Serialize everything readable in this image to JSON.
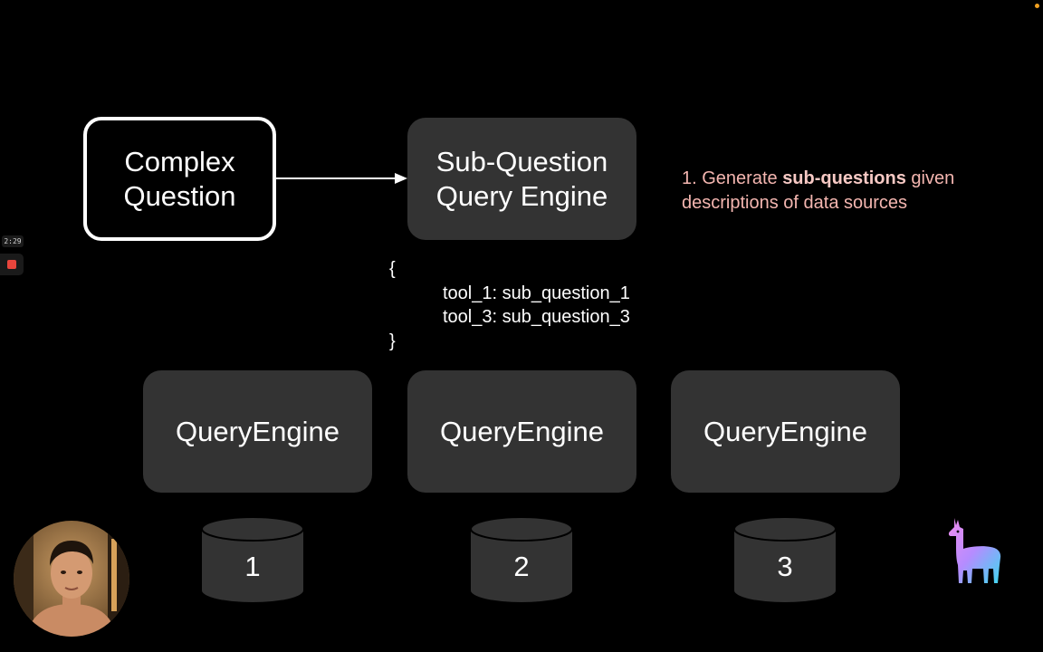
{
  "diagram": {
    "complex_question": {
      "line1": "Complex",
      "line2": "Question"
    },
    "sub_question_engine": {
      "line1": "Sub-Question",
      "line2": "Query Engine"
    },
    "annotation": {
      "prefix": "1. Generate ",
      "bold": "sub-questions",
      "suffix": " given descriptions of data sources"
    },
    "code": {
      "open": "{",
      "line1": "tool_1: sub_question_1",
      "line2": "tool_3: sub_question_3",
      "close": "}"
    },
    "query_engines": [
      {
        "label": "QueryEngine"
      },
      {
        "label": "QueryEngine"
      },
      {
        "label": "QueryEngine"
      }
    ],
    "data_sources": [
      {
        "label": "1"
      },
      {
        "label": "2"
      },
      {
        "label": "3"
      }
    ]
  },
  "overlay": {
    "recording_time": "2:29",
    "stop_icon": "stop-icon",
    "webcam": "webcam-feed",
    "logo": "llama-logo-icon"
  },
  "colors": {
    "background": "#000000",
    "box_fill": "#333333",
    "annotation": "#f4b6b0",
    "recording": "#e8453c"
  }
}
